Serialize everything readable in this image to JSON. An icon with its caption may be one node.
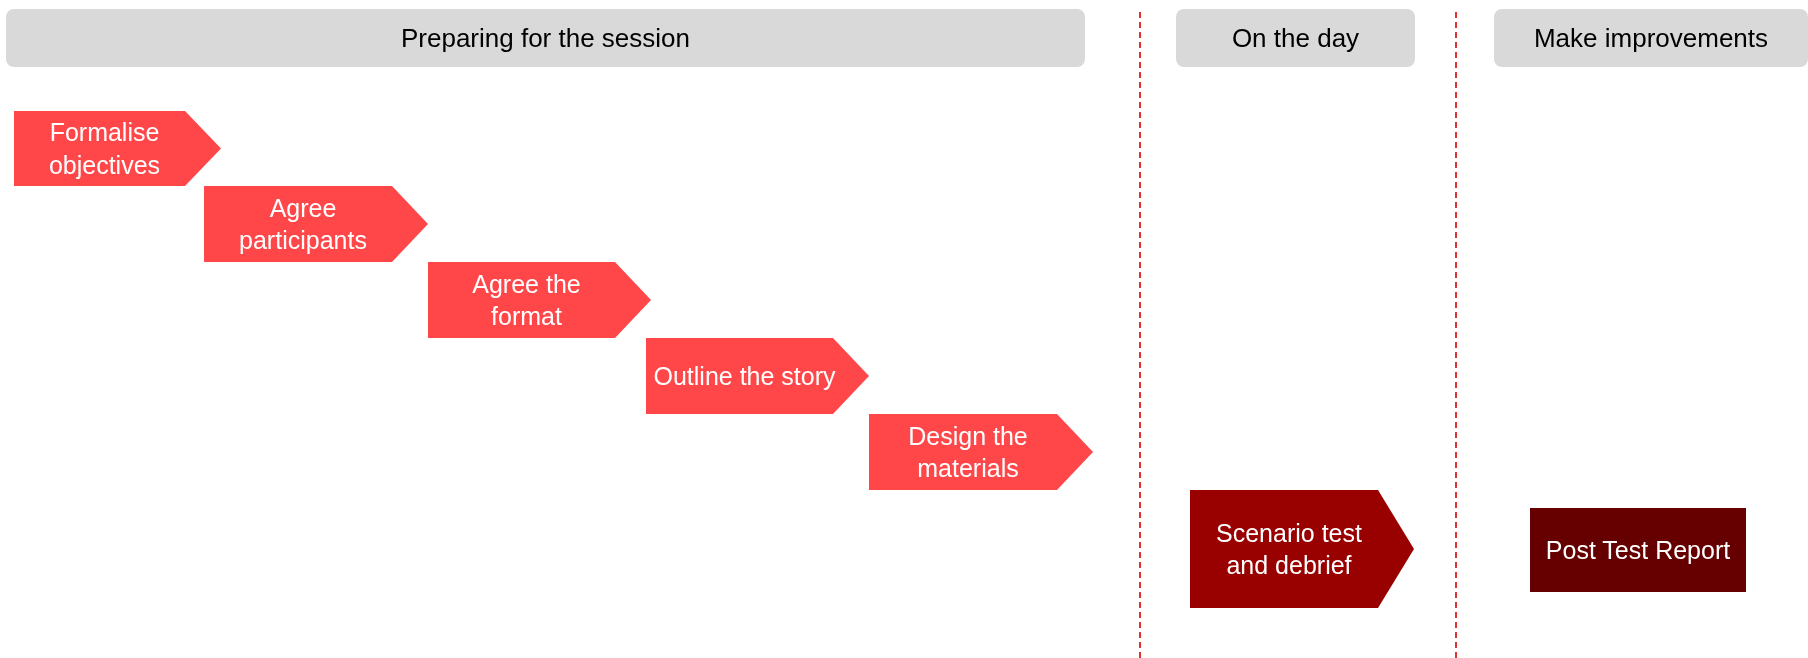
{
  "diagram": {
    "nodes": [
      {
        "text": [
          "Preparing for the session"
        ]
      },
      {
        "text": [
          "On the day"
        ]
      },
      {
        "text": [
          "Make improvements"
        ]
      },
      {
        "text": [
          "Formalise objectives"
        ]
      },
      {
        "text": [
          "Agree participants"
        ]
      },
      {
        "text": [
          "Agree the format"
        ]
      },
      {
        "text": [
          "Outline the story"
        ]
      },
      {
        "text": [
          "Design the materials"
        ]
      },
      {
        "text": [
          "Scenario test and debrief"
        ]
      },
      {
        "text": [
          "Post Test Report"
        ]
      }
    ]
  }
}
